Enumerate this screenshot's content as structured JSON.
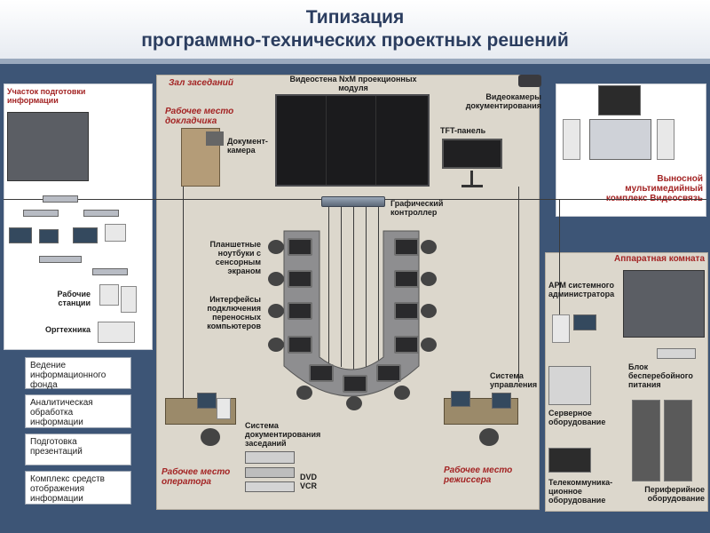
{
  "header": {
    "title_line1": "Типизация",
    "title_line2": "программно-технических проектных решений"
  },
  "zones": {
    "hall": "Зал заседаний",
    "prep": "Участок подготовки информации",
    "remote": "Выносной мультимедийный комплекс Видеосвязь",
    "tech": "Аппаратная комната"
  },
  "labels": {
    "video_wall": "Видеостена NxM проекционных модуля",
    "doc_cameras": "Видеокамеры документирования",
    "speaker_place": "Рабочее место докладчика",
    "doc_camera": "Документ-камера",
    "tft_panel": "TFT-панель",
    "graphic_controller": "Графический контроллер",
    "tablets": "Планшетные ноутбуки с сенсорным экраном",
    "interfaces": "Интерфейсы подключения переносных компьютеров",
    "workstations": "Рабочие станции",
    "office_equipment": "Оргтехника",
    "operator_place": "Рабочее место оператора",
    "director_place": "Рабочее место режиссера",
    "doc_system": "Система документирования заседаний",
    "dvd_vcr": "DVD VCR",
    "control_system": "Система управления",
    "sysadmin": "АРМ системного администратора",
    "ups": "Блок бесперебойного питания",
    "server": "Серверное оборудование",
    "telecom": "Телекоммуника-ционное оборудование",
    "peripheral": "Периферийное оборудование"
  },
  "functions": [
    "Ведение информационного фонда",
    "Аналитическая обработка информации",
    "Подготовка презентаций",
    "Комплекс средств отображения информации"
  ]
}
